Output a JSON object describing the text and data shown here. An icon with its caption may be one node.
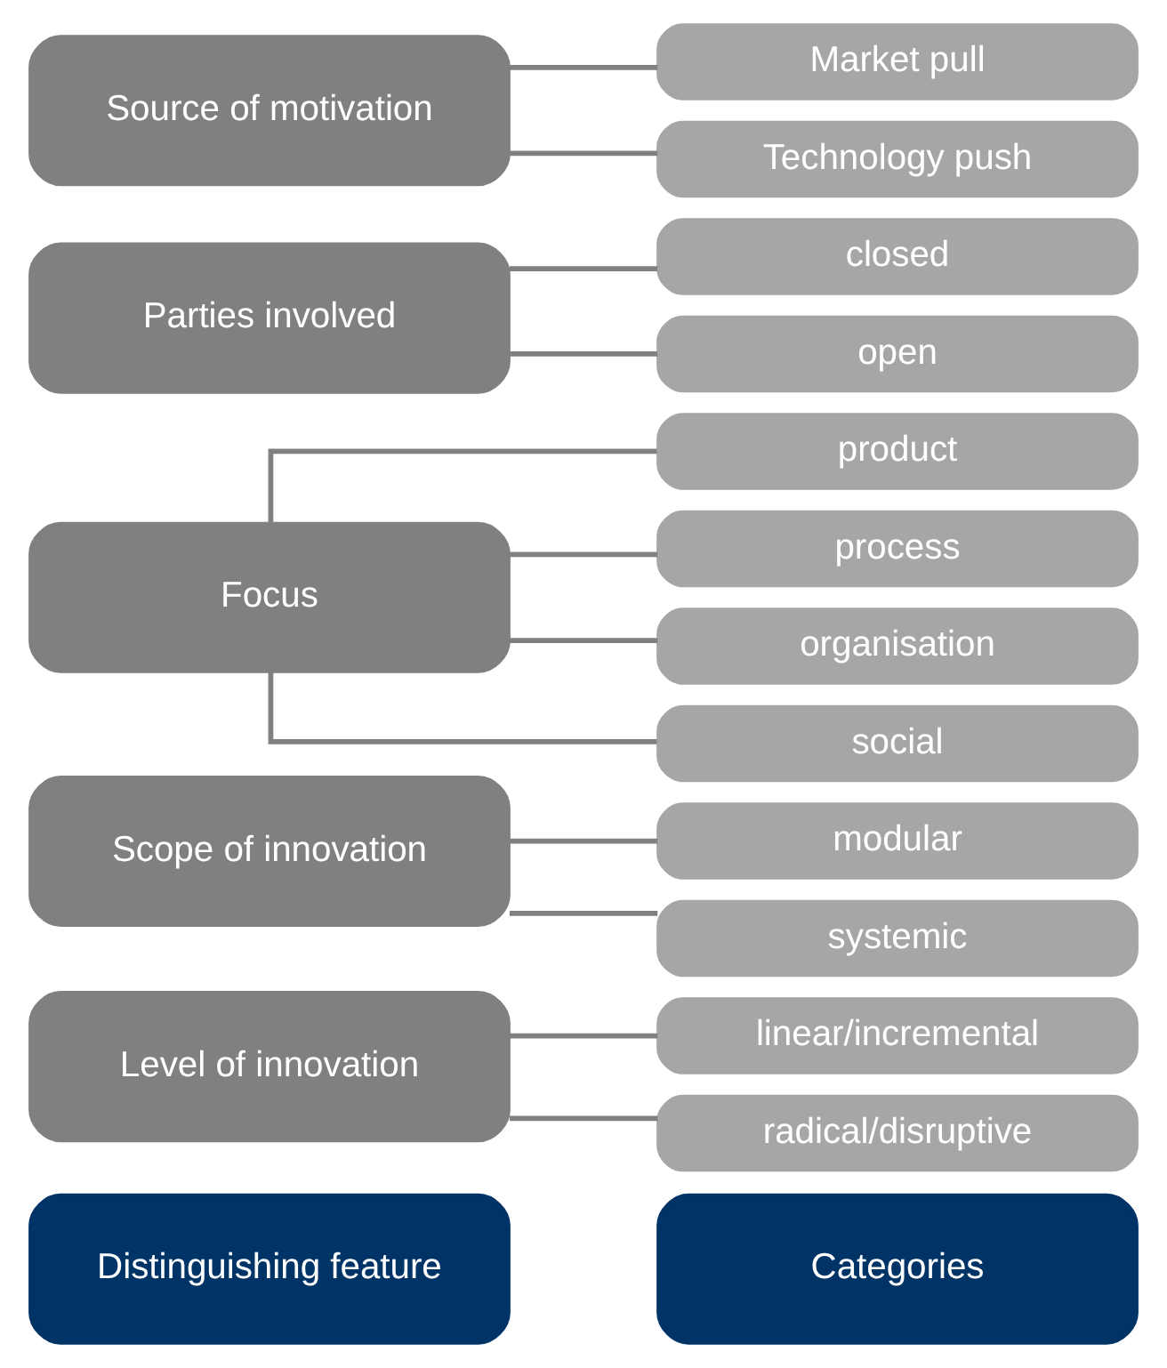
{
  "diagram": {
    "nodes": [
      {
        "text": [
          "Distinguishing feature"
        ]
      },
      {
        "text": [
          "Categories"
        ]
      },
      {
        "text": [
          "Level of innovation"
        ]
      },
      {
        "text": [
          "linear/incremental"
        ]
      },
      {
        "text": [
          "radical/disruptive"
        ]
      },
      {
        "text": [
          "Scope of innovation"
        ]
      },
      {
        "text": [
          "modular"
        ]
      },
      {
        "text": [
          "systemic"
        ]
      },
      {
        "text": [
          "Focus"
        ]
      },
      {
        "text": [
          "product"
        ]
      },
      {
        "text": [
          "process"
        ]
      },
      {
        "text": [
          "organisation"
        ]
      },
      {
        "text": [
          "social"
        ]
      },
      {
        "text": [
          "Parties involved"
        ]
      },
      {
        "text": [
          "closed"
        ]
      },
      {
        "text": [
          "open"
        ]
      },
      {
        "text": [
          "Source of motivation"
        ]
      },
      {
        "text": [
          "Market pull"
        ]
      },
      {
        "text": [
          "Technology push"
        ]
      }
    ],
    "edges": [
      {
        "from": 2,
        "to": 3,
        "arrow": "none"
      },
      {
        "from": 2,
        "to": 4,
        "arrow": "none"
      },
      {
        "from": 5,
        "to": 6,
        "arrow": "none"
      },
      {
        "from": 5,
        "to": 7,
        "arrow": "none"
      },
      {
        "from": 8,
        "to": 9,
        "arrow": "none"
      },
      {
        "from": 8,
        "to": 10,
        "arrow": "none"
      },
      {
        "from": 8,
        "to": 11,
        "arrow": "none"
      },
      {
        "from": 8,
        "to": 12,
        "arrow": "none"
      },
      {
        "from": 13,
        "to": 14,
        "arrow": "none"
      },
      {
        "from": 13,
        "to": 15,
        "arrow": "none"
      },
      {
        "from": 16,
        "to": 17,
        "arrow": "none"
      },
      {
        "from": 16,
        "to": 18,
        "arrow": "none"
      }
    ]
  }
}
